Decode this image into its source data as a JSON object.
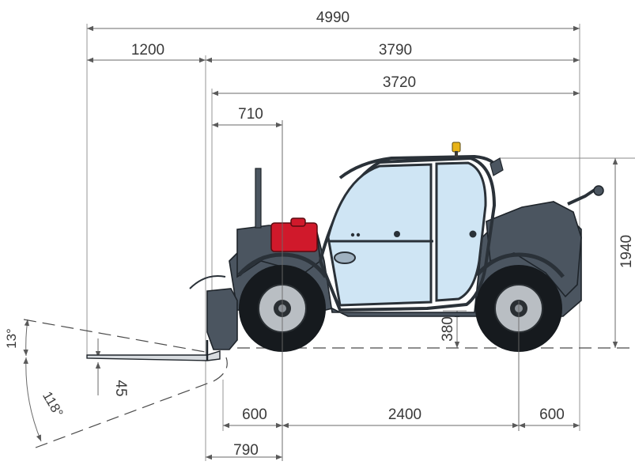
{
  "dimensions": {
    "overall_length": "4990",
    "front_overhang": "1200",
    "body_length": "3790",
    "length_to_rear": "3720",
    "cab_to_front": "710",
    "overall_height": "1940",
    "ground_clearance": "380",
    "front_axle_offset": "600",
    "wheelbase": "2400",
    "rear_overhang": "600",
    "fork_to_front_axle": "790",
    "fork_drop": "45"
  },
  "angles": {
    "fork_tilt_up": "13°",
    "fork_tilt_down": "118°"
  },
  "colors": {
    "body": "#4b5560",
    "glass": "#cfe5f4",
    "counterweight": "#d0192b",
    "beacon": "#e8b317",
    "dimension_lines": "#6a6a6a"
  }
}
